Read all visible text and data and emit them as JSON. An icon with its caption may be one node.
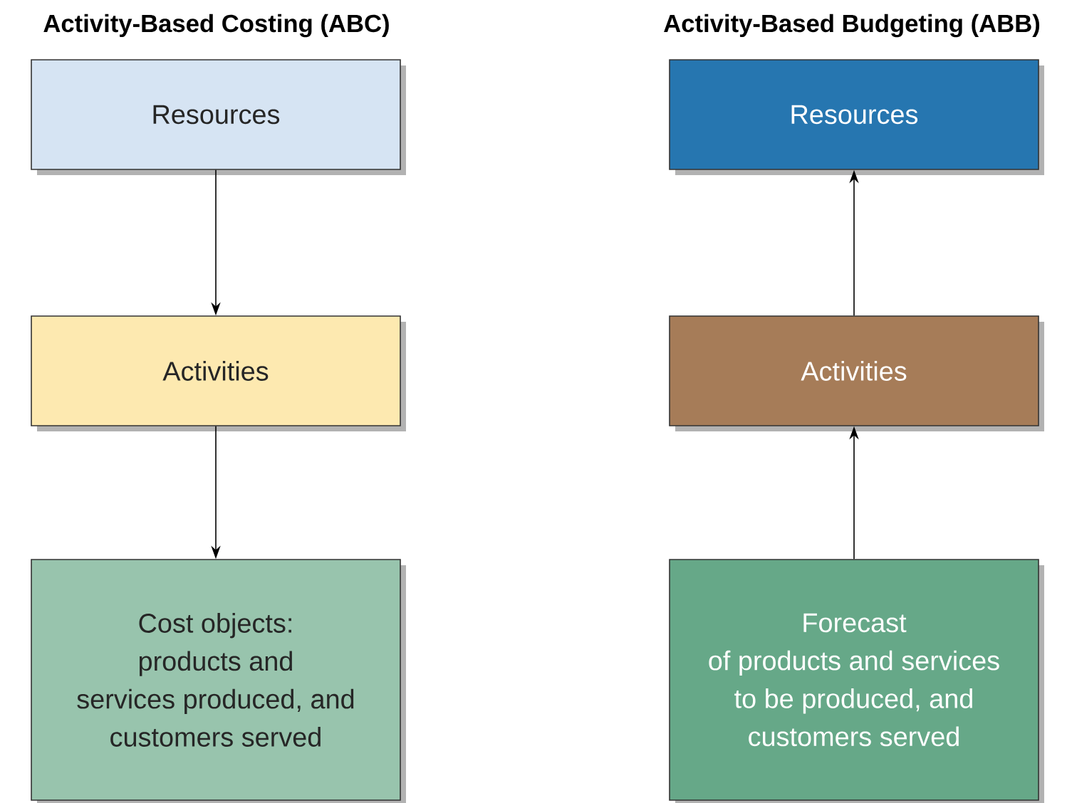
{
  "diagram": {
    "nodes": [
      {
        "text": [
          "Resources"
        ]
      },
      {
        "text": [
          "Activities"
        ]
      },
      {
        "text": [
          "Cost objects: products and services produced, and customers served"
        ]
      },
      {
        "text": [
          "Resources"
        ]
      },
      {
        "text": [
          "Activities"
        ]
      },
      {
        "text": [
          "Forecast of products and services to be produced, and customers served"
        ]
      }
    ],
    "edges": [
      {
        "from": 0,
        "to": 1,
        "arrow": "to"
      },
      {
        "from": 1,
        "to": 2,
        "arrow": "to"
      },
      {
        "from": 4,
        "to": 3,
        "arrow": "to"
      },
      {
        "from": 5,
        "to": 4,
        "arrow": "to"
      }
    ],
    "labels": [
      "Activity-Based Costing (ABC)",
      "Activity-Based Budgeting (ABB)"
    ]
  }
}
